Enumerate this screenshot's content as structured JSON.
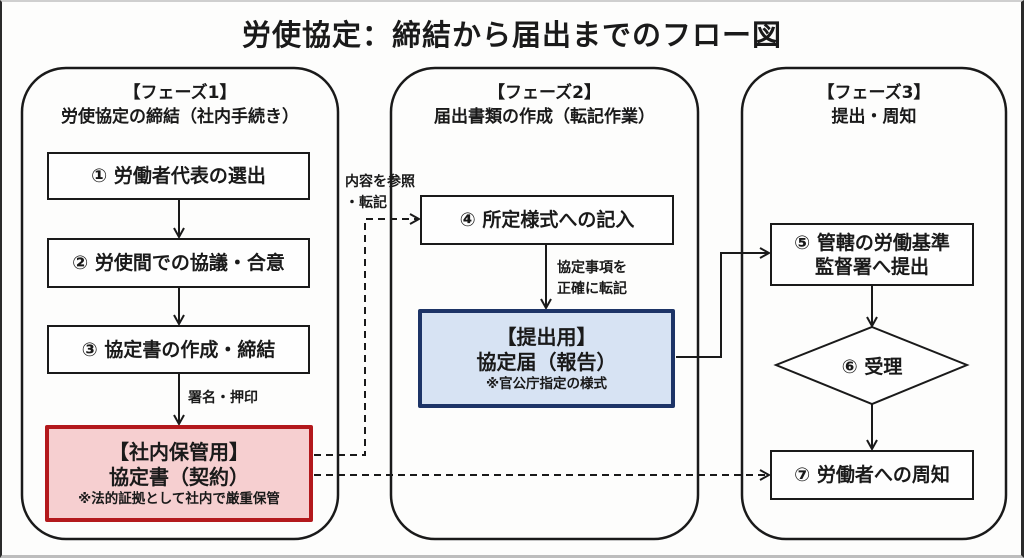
{
  "title": "労使協定：締結から届出までのフロー図",
  "colors": {
    "line": "#1a1a1a",
    "storage_border": "#b3191c",
    "storage_fill": "#f6cfd0",
    "submission_border": "#1d3467",
    "submission_fill": "#d7e3f3"
  },
  "phases": [
    {
      "label": "【フェーズ1】",
      "subtitle": "労使協定の締結（社内手続き）",
      "steps": [
        {
          "text": "① 労働者代表の選出"
        },
        {
          "text": "② 労使間での協議・合意"
        },
        {
          "text": "③ 協定書の作成・締結"
        }
      ],
      "edge_label": "署名・押印",
      "document": {
        "tag": "【社内保管用】",
        "name": "協定書（契約）",
        "note": "※法的証拠として社内で厳重保管"
      }
    },
    {
      "label": "【フェーズ2】",
      "subtitle": "届出書類の作成（転記作業）",
      "incoming_label": [
        "内容を参照",
        "・転記"
      ],
      "steps": [
        {
          "text": "④ 所定様式への記入"
        }
      ],
      "edge_label": [
        "協定事項を",
        "正確に転記"
      ],
      "document": {
        "tag": "【提出用】",
        "name": "協定届（報告）",
        "note": "※官公庁指定の様式"
      }
    },
    {
      "label": "【フェーズ3】",
      "subtitle": "提出・周知",
      "steps": [
        {
          "text_lines": [
            "⑤ 管轄の労働基準",
            "監督署へ提出"
          ]
        },
        {
          "text": "⑥ 受理",
          "shape": "decision"
        },
        {
          "text": "⑦ 労働者への周知"
        }
      ]
    }
  ],
  "connections": [
    {
      "from": "step-1",
      "to": "step-2",
      "style": "solid"
    },
    {
      "from": "step-2",
      "to": "step-3",
      "style": "solid"
    },
    {
      "from": "step-3",
      "to": "internal-document",
      "style": "solid",
      "label": "署名・押印"
    },
    {
      "from": "internal-document",
      "to": "step-4",
      "style": "dashed",
      "label": "内容を参照・転記"
    },
    {
      "from": "step-4",
      "to": "submission-document",
      "style": "solid",
      "label": "協定事項を正確に転記"
    },
    {
      "from": "submission-document",
      "to": "step-5",
      "style": "solid"
    },
    {
      "from": "step-5",
      "to": "step-6",
      "style": "solid"
    },
    {
      "from": "step-6",
      "to": "step-7",
      "style": "solid"
    },
    {
      "from": "internal-document",
      "to": "step-7",
      "style": "dashed"
    }
  ]
}
